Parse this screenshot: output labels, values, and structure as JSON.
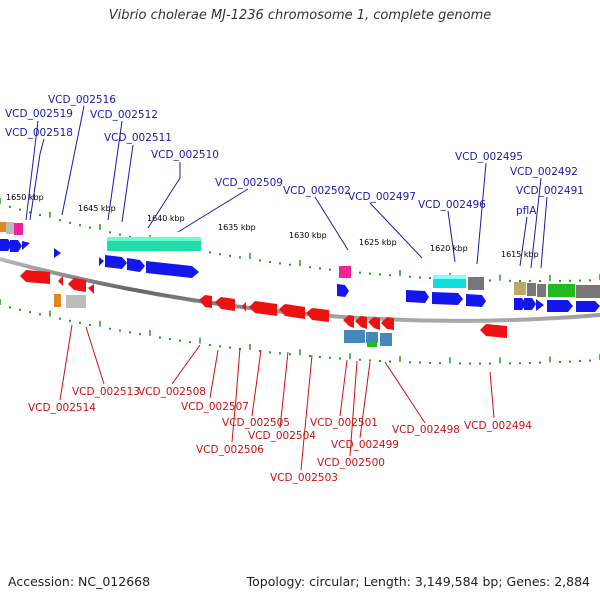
{
  "title": "Vibrio cholerae MJ-1236 chromosome 1, complete genome",
  "footer": {
    "accession": "Accession: NC_012668",
    "info": "Topology: circular; Length: 3,149,584 bp; Genes: 2,884"
  },
  "colors": {
    "forward_label": "#1a1aaa",
    "reverse_label": "#cc1111",
    "forward_gene": "#1515ee",
    "reverse_gene": "#ee1111",
    "backbone": "#888888",
    "tick": "#229922"
  },
  "scale_labels": [
    "1650 kbp",
    "1645 kbp",
    "1640 kbp",
    "1635 kbp",
    "1630 kbp",
    "1625 kbp",
    "1620 kbp",
    "1615 kbp"
  ],
  "forward_labels": [
    "VCD_002519",
    "VCD_002518",
    "VCD_002516",
    "VCD_002512",
    "VCD_002511",
    "VCD_002510",
    "VCD_002509",
    "VCD_002502",
    "VCD_002497",
    "VCD_002496",
    "VCD_002495",
    "VCD_002492",
    "VCD_002491",
    "pflA"
  ],
  "reverse_labels": [
    "VCD_002514",
    "VCD_002513",
    "VCD_002508",
    "VCD_002507",
    "VCD_002506",
    "VCD_002505",
    "VCD_002504",
    "VCD_002503",
    "VCD_002501",
    "VCD_002500",
    "VCD_002499",
    "VCD_002498",
    "VCD_002494"
  ]
}
